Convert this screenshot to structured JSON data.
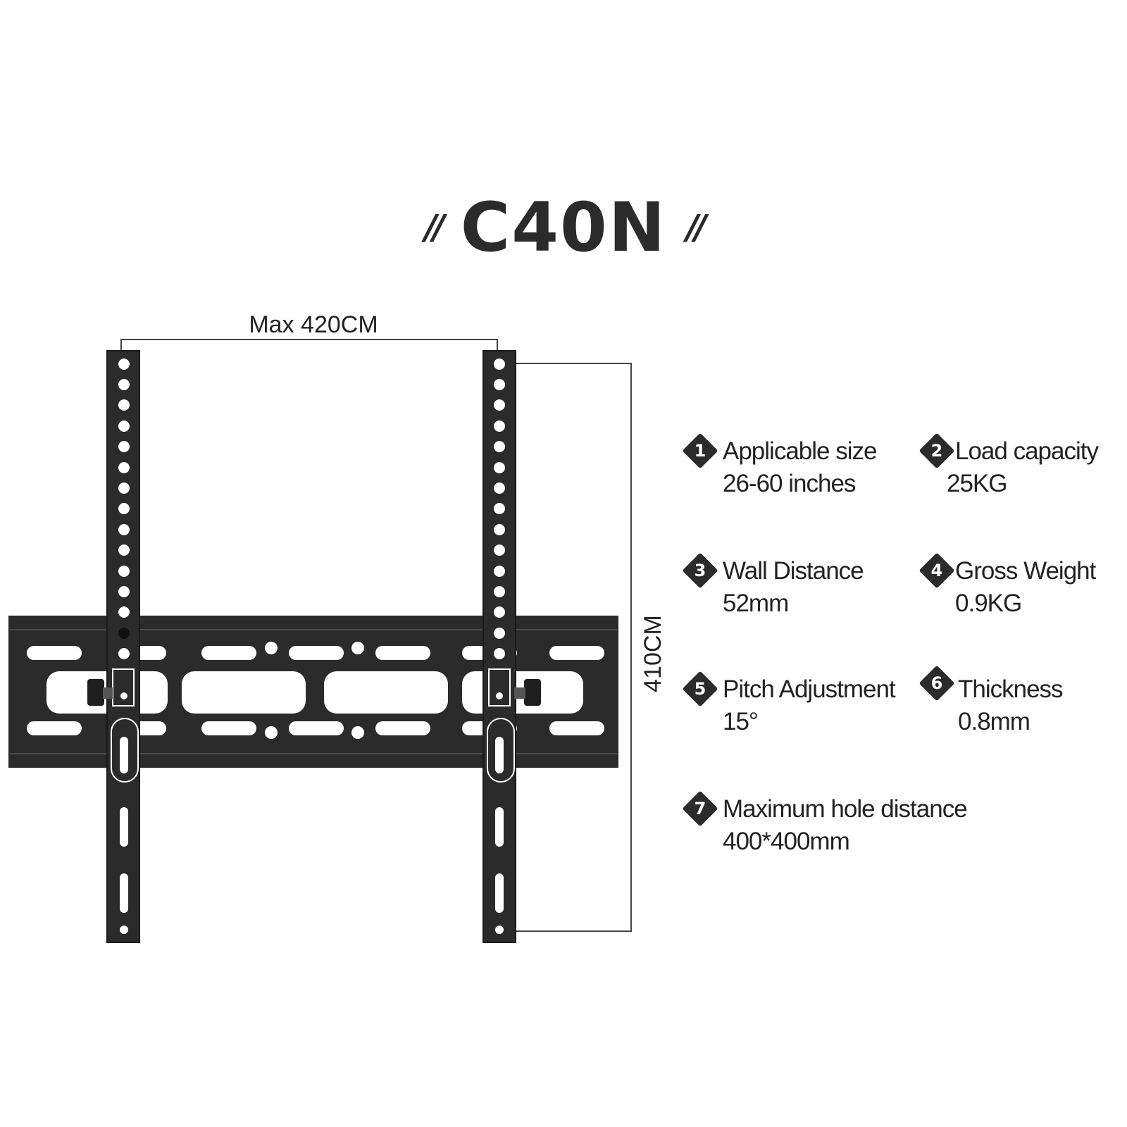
{
  "title": {
    "model": "C40N",
    "left_deco": "//",
    "right_deco": "//"
  },
  "dimensions": {
    "width_label": "Max 420CM",
    "height_label": "410CM"
  },
  "colors": {
    "bracket": "#2b2b2b",
    "background": "#ffffff",
    "hole": "#ffffff"
  },
  "specs": [
    {
      "num": "1",
      "label": "Applicable size",
      "value": "26-60 inches"
    },
    {
      "num": "2",
      "label": "Load capacity",
      "value": "25KG"
    },
    {
      "num": "3",
      "label": "Wall Distance",
      "value": "52mm"
    },
    {
      "num": "4",
      "label": "Gross Weight",
      "value": "0.9KG"
    },
    {
      "num": "5",
      "label": "Pitch Adjustment",
      "value": "15°"
    },
    {
      "num": "6",
      "label": "Thickness",
      "value": "0.8mm"
    },
    {
      "num": "7",
      "label": "Maximum hole distance",
      "value": "400*400mm"
    }
  ]
}
